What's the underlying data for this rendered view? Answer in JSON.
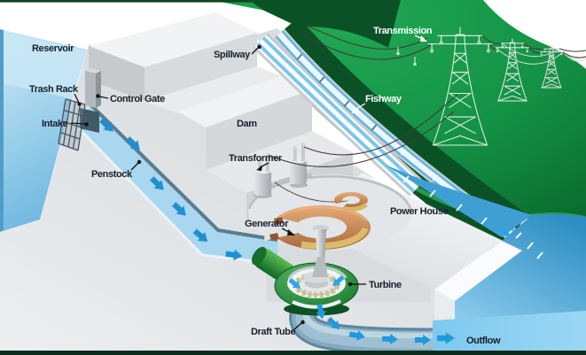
{
  "diagram": {
    "subject": "hydroelectric-dam-cutaway",
    "labels": {
      "reservoir": "Reservoir",
      "trash_rack": "Trash Rack",
      "control_gate": "Control Gate",
      "intake": "Intake",
      "penstock": "Penstock",
      "spillway": "Spillway",
      "dam": "Dam",
      "fishway": "Fishway",
      "transmission": "Transmission",
      "transformer": "Transformer",
      "generator": "Generator",
      "power_house": "Power House",
      "turbine": "Turbine",
      "draft_tube": "Draft Tube",
      "outflow": "Outflow"
    },
    "colors": {
      "reservoir_water": "#8ccbea",
      "penstock_water": "#a9d7ef",
      "tailwater_deep": "#3b9ccf",
      "outflow_water": "#8fd0f1",
      "flow_arrow_blue": "#1f8fd0",
      "hill_green": "#179a4b",
      "hill_dark_green": "#0a5226",
      "concrete_gray": "#d8dbdd",
      "turbine_green": "#2f9e44",
      "generator_copper": "#c98d5e",
      "label_dark": "#16202c",
      "label_light": "#ffffff"
    }
  }
}
